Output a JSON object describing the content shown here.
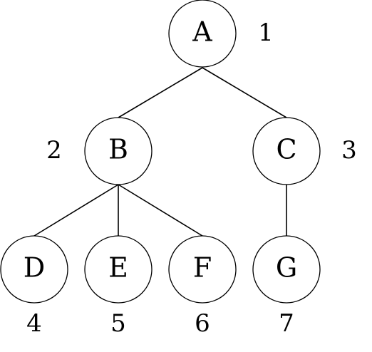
{
  "tree": {
    "nodes": [
      {
        "id": "A",
        "label": "A",
        "index": "1"
      },
      {
        "id": "B",
        "label": "B",
        "index": "2"
      },
      {
        "id": "C",
        "label": "C",
        "index": "3"
      },
      {
        "id": "D",
        "label": "D",
        "index": "4"
      },
      {
        "id": "E",
        "label": "E",
        "index": "5"
      },
      {
        "id": "F",
        "label": "F",
        "index": "6"
      },
      {
        "id": "G",
        "label": "G",
        "index": "7"
      }
    ],
    "edges": [
      {
        "from": "A",
        "to": "B"
      },
      {
        "from": "A",
        "to": "C"
      },
      {
        "from": "B",
        "to": "D"
      },
      {
        "from": "B",
        "to": "E"
      },
      {
        "from": "B",
        "to": "F"
      },
      {
        "from": "C",
        "to": "G"
      }
    ]
  }
}
